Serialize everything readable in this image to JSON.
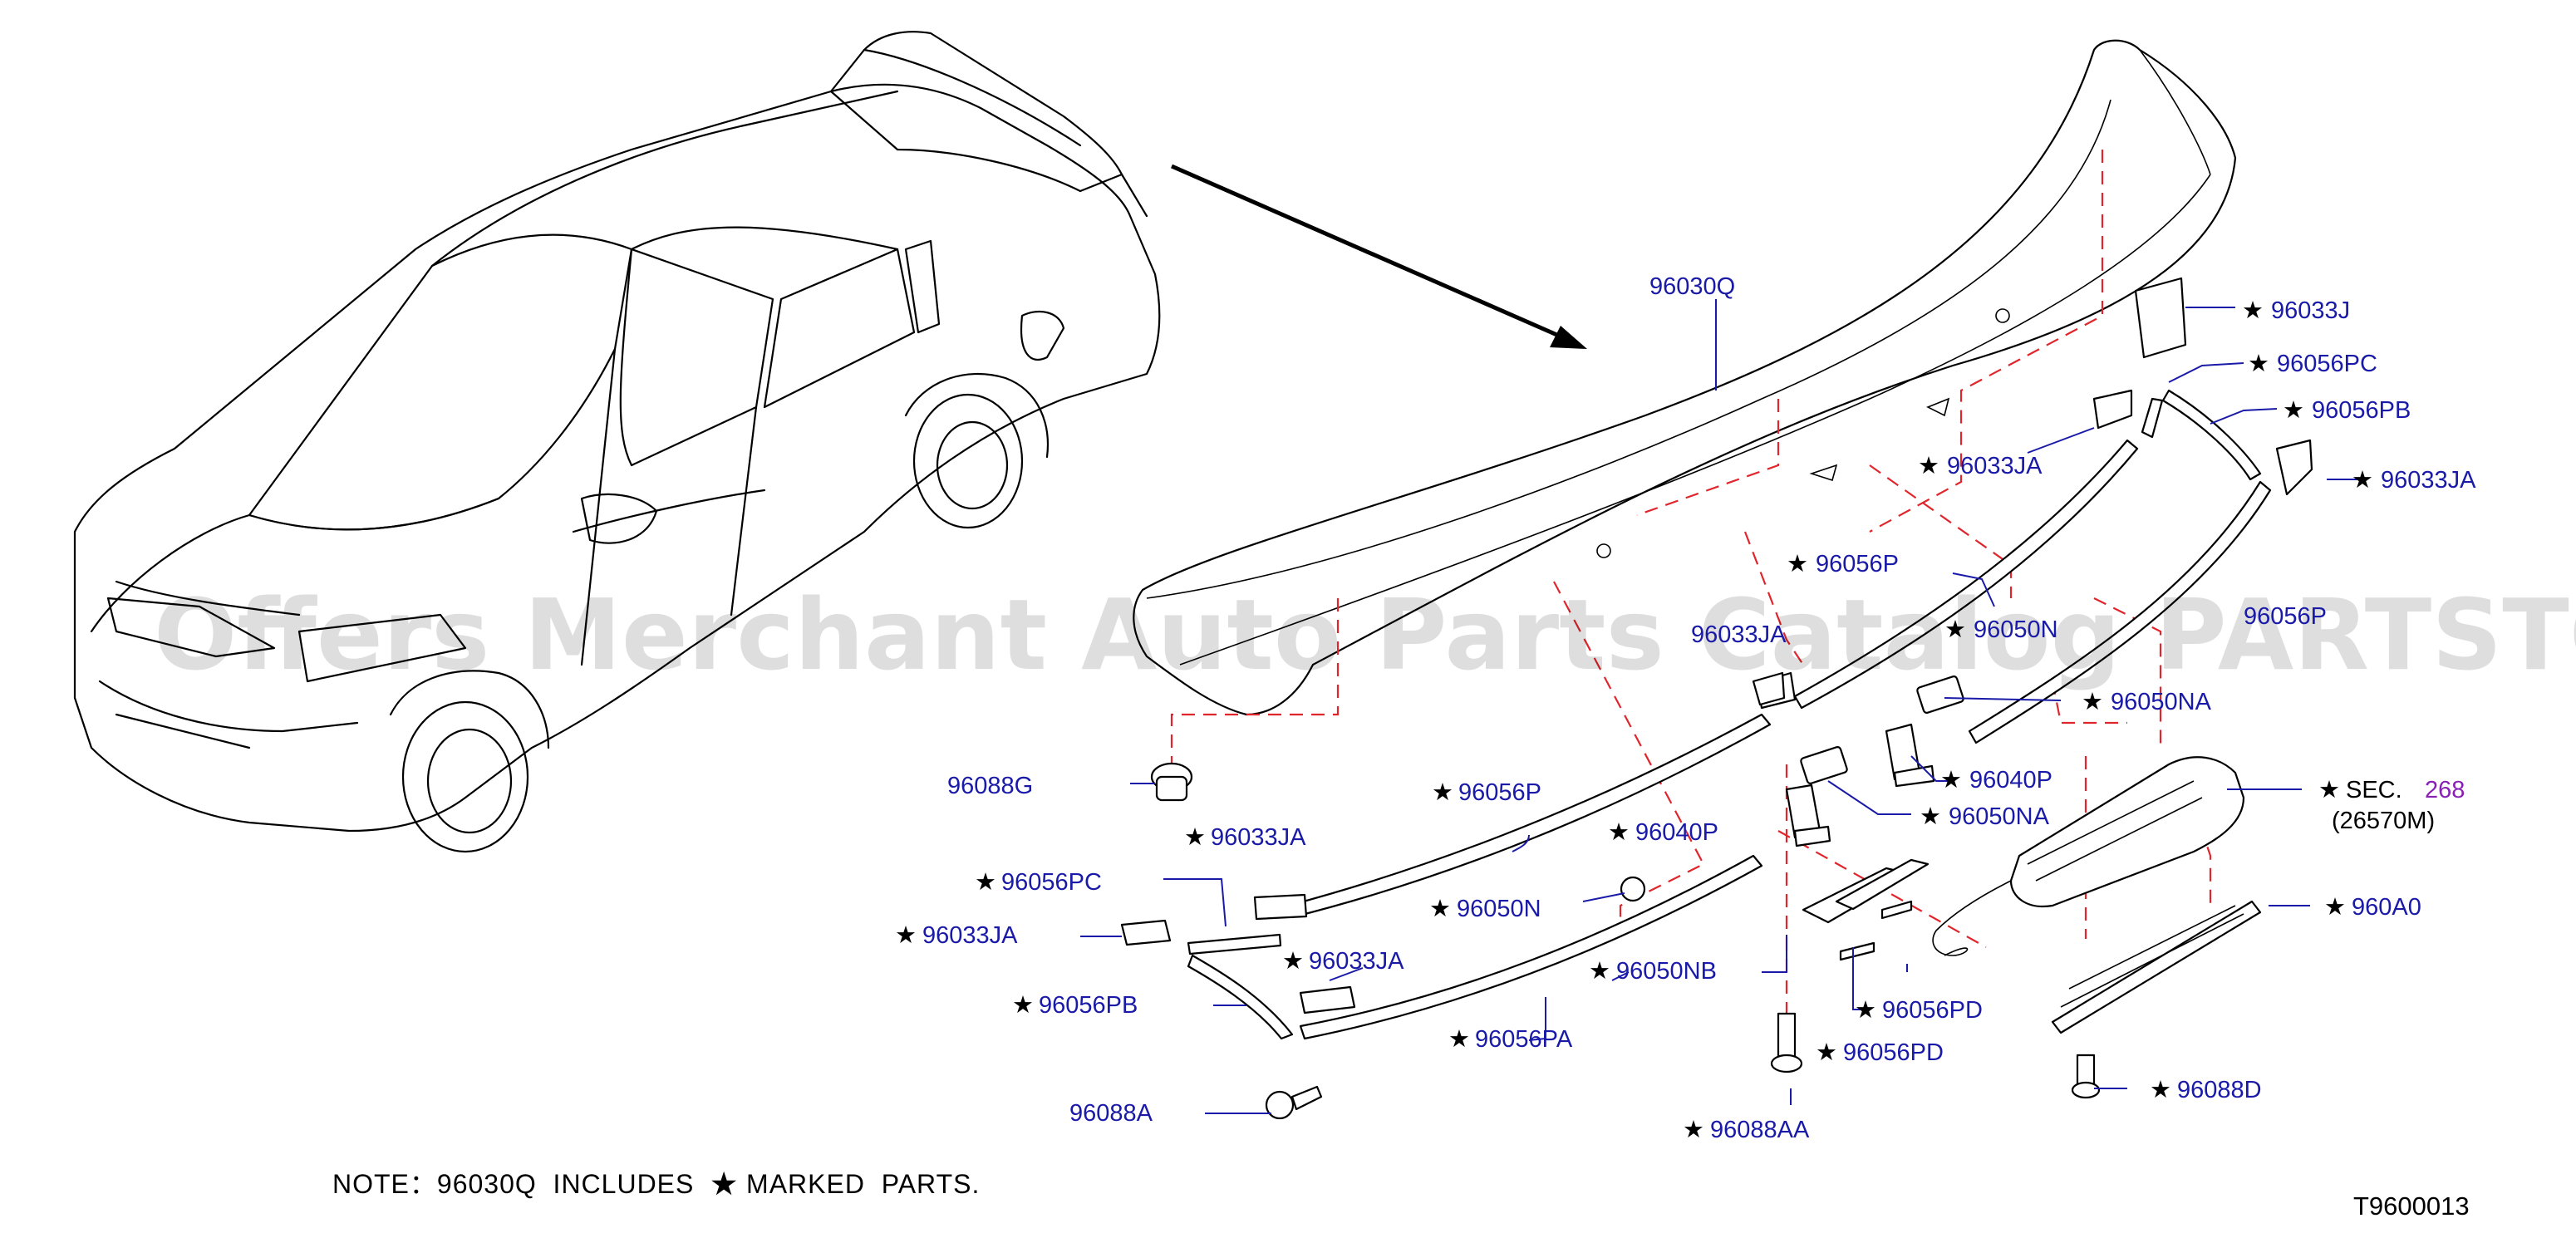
{
  "diagram": {
    "note_text": "NOTE：96030Q  INCLUDES  ★ MARKED  PARTS.",
    "diagram_code": "T9600013",
    "watermark": "Offers Merchant Auto Parts Catalog PARTSTORE.SA",
    "section_ref": {
      "prefix": "SEC.",
      "number": "268",
      "code": "(26570M)"
    },
    "callouts": [
      {
        "id": "96030Q",
        "text": "96030Q",
        "starred": false
      },
      {
        "id": "96033J",
        "text": "96033J",
        "starred": true
      },
      {
        "id": "96056PC-r",
        "text": "96056PC",
        "starred": true
      },
      {
        "id": "96056PB-r",
        "text": "96056PB",
        "starred": true
      },
      {
        "id": "96033JA-r1",
        "text": "96033JA",
        "starred": true
      },
      {
        "id": "96033JA-r2",
        "text": "96033JA",
        "starred": true
      },
      {
        "id": "96056P-u",
        "text": "96056P",
        "starred": true
      },
      {
        "id": "96033JA-m",
        "text": "96033JA",
        "starred": false
      },
      {
        "id": "96050N-u",
        "text": "96050N",
        "starred": true
      },
      {
        "id": "96056P-r",
        "text": "96056P",
        "starred": false
      },
      {
        "id": "96050NA-r",
        "text": "96050NA",
        "starred": true
      },
      {
        "id": "96040P-r",
        "text": "96040P",
        "starred": true
      },
      {
        "id": "96050NA-m",
        "text": "96050NA",
        "starred": true
      },
      {
        "id": "96088G",
        "text": "96088G",
        "starred": false
      },
      {
        "id": "96056P-l",
        "text": "96056P",
        "starred": true
      },
      {
        "id": "96040P-l",
        "text": "96040P",
        "starred": true
      },
      {
        "id": "96033JA-l1",
        "text": "96033JA",
        "starred": true
      },
      {
        "id": "96056PC-l",
        "text": "96056PC",
        "starred": true
      },
      {
        "id": "96050N-l",
        "text": "96050N",
        "starred": true
      },
      {
        "id": "96033JA-l2",
        "text": "96033JA",
        "starred": true
      },
      {
        "id": "96033JA-l3",
        "text": "96033JA",
        "starred": true
      },
      {
        "id": "96050NB",
        "text": "96050NB",
        "starred": true
      },
      {
        "id": "96056PB-l",
        "text": "96056PB",
        "starred": true
      },
      {
        "id": "96056PA",
        "text": "96056PA",
        "starred": true
      },
      {
        "id": "96056PD-1",
        "text": "96056PD",
        "starred": true
      },
      {
        "id": "96056PD-2",
        "text": "96056PD",
        "starred": true
      },
      {
        "id": "96088A",
        "text": "96088A",
        "starred": false
      },
      {
        "id": "96088AA",
        "text": "96088AA",
        "starred": true
      },
      {
        "id": "96088D",
        "text": "96088D",
        "starred": true
      },
      {
        "id": "960A0",
        "text": "960A0",
        "starred": true
      }
    ]
  }
}
